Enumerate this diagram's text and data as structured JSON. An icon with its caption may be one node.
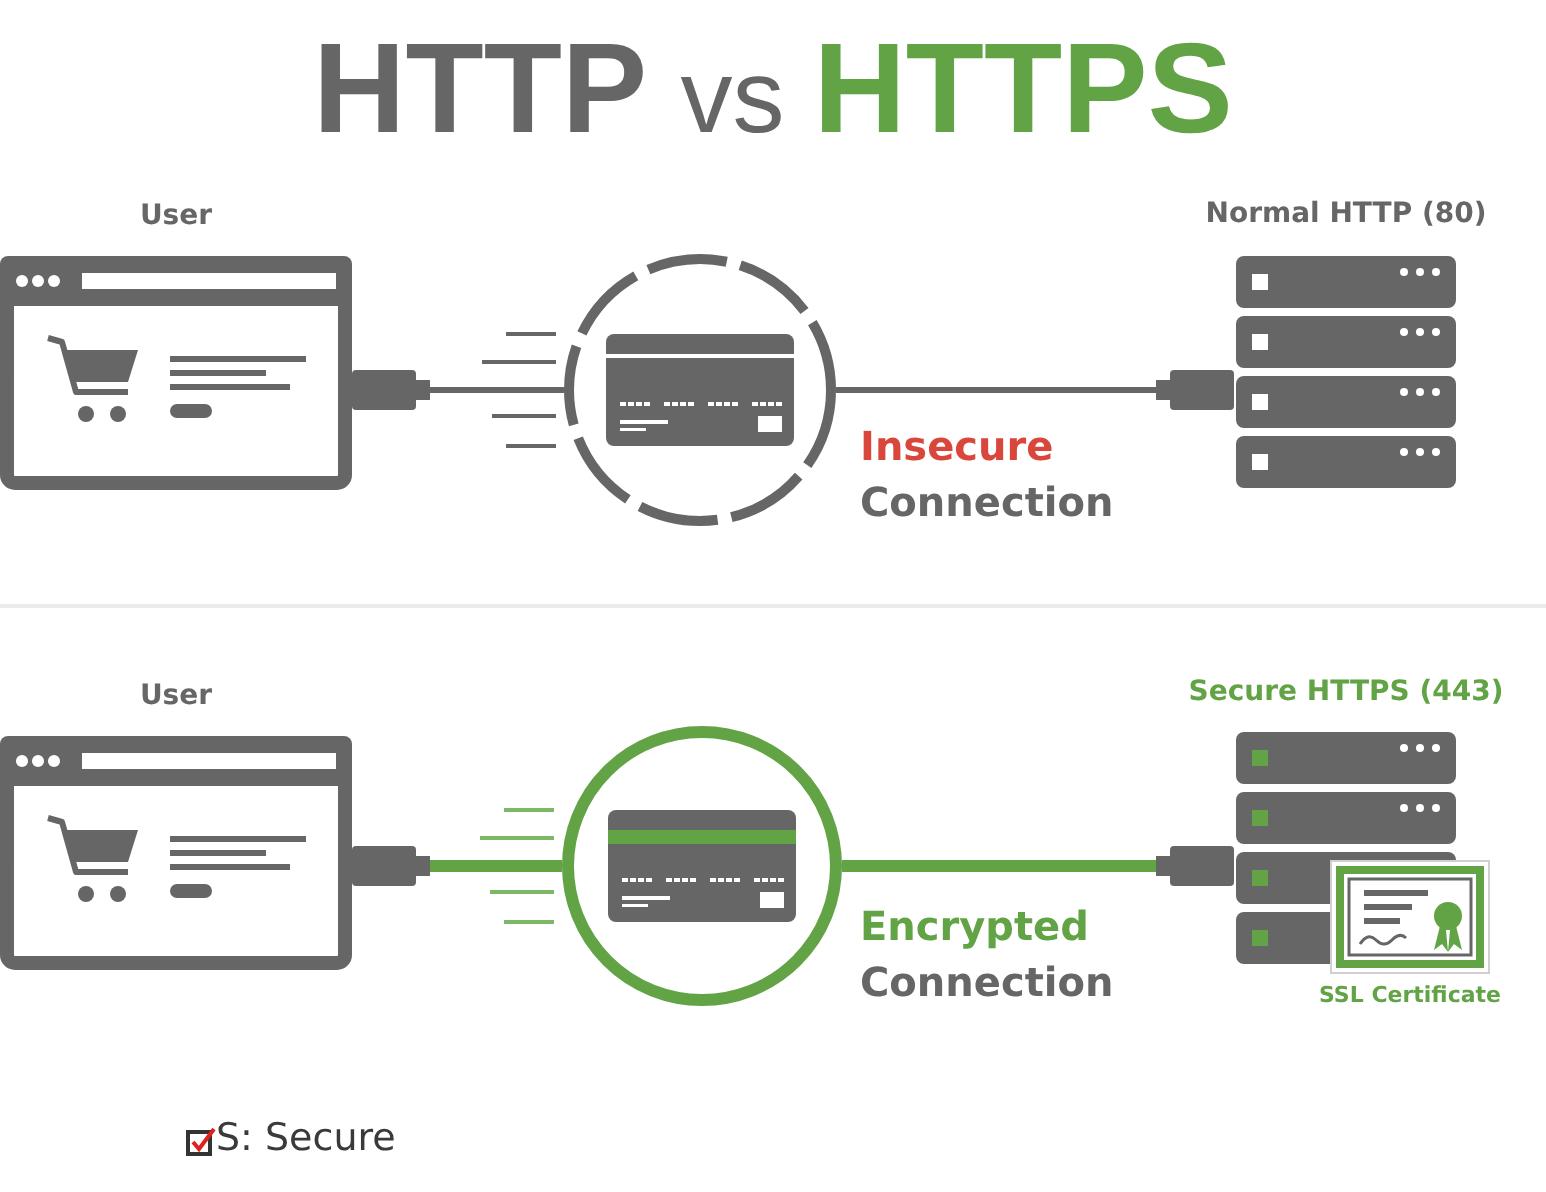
{
  "diagram": {
    "title": "HTTP vs HTTPS",
    "nodes": [
      {
        "text": [
          "User"
        ]
      },
      {
        "text": [],
        "shape": "circle"
      },
      {
        "text": [
          "Normal HTTP (80)"
        ]
      },
      {
        "text": [
          "User"
        ]
      },
      {
        "text": [],
        "shape": "circle"
      },
      {
        "text": [
          "Secure HTTPS (443)"
        ]
      },
      {
        "text": [
          "SSL Certificate"
        ]
      }
    ],
    "edges": [
      {
        "from": 0,
        "to": 1,
        "arrow": "other"
      },
      {
        "from": 1,
        "to": 2,
        "arrow": "other",
        "label": "Insecure Connection"
      },
      {
        "from": 3,
        "to": 4,
        "arrow": "other",
        "style": "thick",
        "color": "#62a346"
      },
      {
        "from": 4,
        "to": 5,
        "arrow": "other",
        "label": "Encrypted Connection",
        "style": "thick",
        "color": "#62a346"
      }
    ],
    "labels": [
      "S: Secure"
    ]
  }
}
